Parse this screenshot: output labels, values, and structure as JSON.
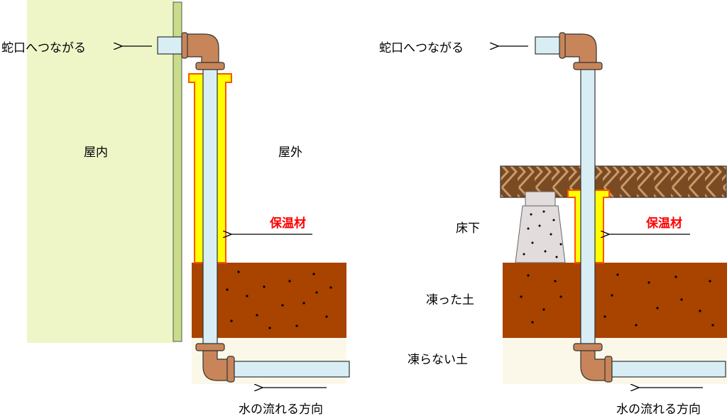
{
  "left_panel": {
    "faucet_label": "蛇口へつながる",
    "indoor_label": "屋内",
    "outdoor_label": "屋外",
    "insulation_label": "保温材",
    "flow_label": "水の流れる方向"
  },
  "right_panel": {
    "faucet_label": "蛇口へつながる",
    "under_floor_label": "床下",
    "insulation_label": "保温材",
    "frozen_soil_label": "凍った土",
    "unfrozen_soil_label": "凍らない土",
    "flow_label": "水の流れる方向"
  },
  "colors": {
    "indoor_wall": "#eef6c8",
    "wall_edge": "#c8dc8a",
    "pipe_fill": "#d8eef4",
    "fitting": "#c8855a",
    "insulation_yellow": "#ffff00",
    "insulation_border": "#ff5500",
    "soil": "#a84300",
    "unfrozen_soil": "#fbf8ea",
    "floor_board": "#7a4a22",
    "footing": "#e2dcdc"
  }
}
